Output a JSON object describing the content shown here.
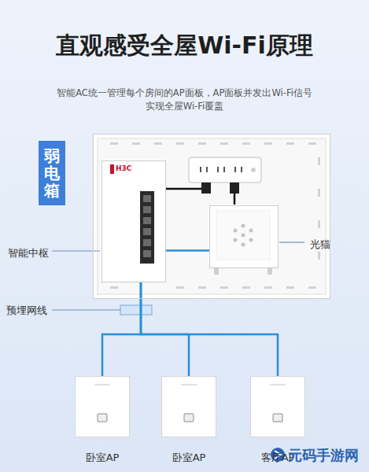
{
  "diagram": {
    "title": "直观感受全屋Wi-Fi原理",
    "nodes": [
      {
        "text": [
          "弱电箱"
        ]
      },
      {
        "text": [
          "智能中枢"
        ],
        "in": 0
      },
      {
        "text": [
          "光猫"
        ],
        "in": 0
      },
      {
        "text": [
          "卧室AP"
        ]
      },
      {
        "text": [
          "卧室AP"
        ]
      },
      {
        "text": [
          "客厅AP"
        ]
      }
    ],
    "edges": [
      {
        "from": 1,
        "to": 2,
        "arrow": "none"
      },
      {
        "from": 1,
        "to": 3,
        "arrow": "none"
      },
      {
        "from": 1,
        "to": 4,
        "arrow": "none"
      },
      {
        "from": 1,
        "to": 5,
        "arrow": "none"
      }
    ],
    "labels": [
      "智能AC统一管理每个房间的AP面板，AP面板并发出Wi-Fi信号",
      "实现全屋Wi-Fi覆盖",
      "预埋网线",
      "H3C",
      "元码手游网"
    ]
  }
}
